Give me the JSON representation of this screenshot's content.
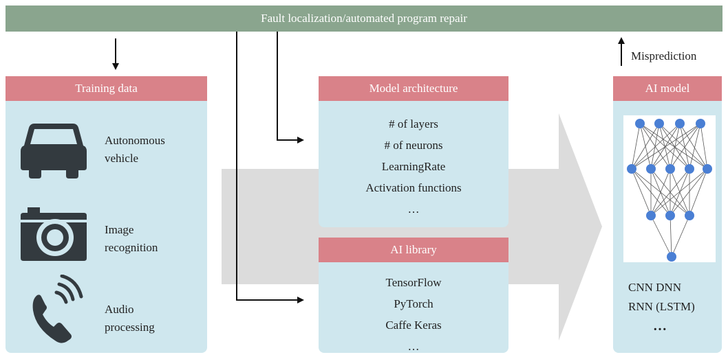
{
  "banner": {
    "label": "Fault localization/automated program repair"
  },
  "misprediction": {
    "label": "Misprediction"
  },
  "training": {
    "header": "Training data",
    "items": [
      {
        "label_line1": "Autonomous",
        "label_line2": "vehicle",
        "icon": "car-icon"
      },
      {
        "label_line1": "Image",
        "label_line2": "recognition",
        "icon": "camera-icon"
      },
      {
        "label_line1": "Audio",
        "label_line2": "processing",
        "icon": "phone-icon"
      }
    ]
  },
  "model_architecture": {
    "header": "Model architecture",
    "items": [
      "# of layers",
      "# of neurons",
      "LearningRate",
      "Activation functions",
      "…"
    ]
  },
  "ai_library": {
    "header": "AI library",
    "items": [
      "TensorFlow",
      "PyTorch",
      "Caffe Keras",
      "…"
    ]
  },
  "ai_model": {
    "header": "AI model",
    "line1": "CNN DNN",
    "line2": "RNN (LSTM)",
    "ellipsis": "…"
  },
  "colors": {
    "banner": "#8aa58e",
    "header": "#d98289",
    "panel": "#cfe7ee",
    "big_arrow": "#dcdcdc",
    "node": "#4a7fd4",
    "icon": "#333a3f"
  }
}
